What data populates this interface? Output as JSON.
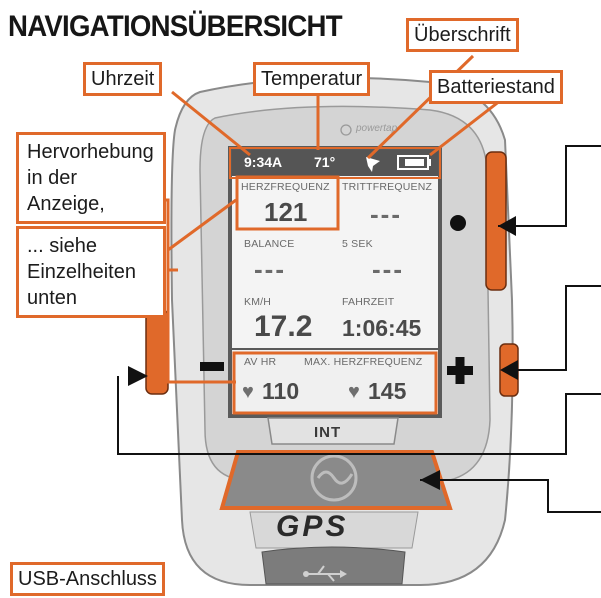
{
  "title": "NAVIGATIONSÜBERSICHT",
  "callouts": {
    "header": "Überschrift",
    "time": "Uhrzeit",
    "temperature": "Temperatur",
    "battery": "Batteriestand",
    "highlight_line1": "Hervorhebung",
    "highlight_line2": "in der Anzeige,",
    "details_line1": "... siehe",
    "details_line2": "Einzelheiten",
    "details_line3": "unten",
    "usb": "USB-Anschluss"
  },
  "screen": {
    "status_bar": {
      "time": "9:34A",
      "temperature": "71°"
    },
    "fields": [
      {
        "label": "HERZFREQUENZ",
        "value": "121"
      },
      {
        "label": "TRITTFREQUENZ",
        "value": "---"
      },
      {
        "label": "BALANCE",
        "value": "---"
      },
      {
        "label": "5 SEK",
        "value": "---"
      },
      {
        "label": "KM/H",
        "value": "17.2"
      },
      {
        "label": "FAHRZEIT",
        "value": "1:06:45"
      }
    ],
    "footer_fields": [
      {
        "label": "AV HR",
        "value": "110"
      },
      {
        "label": "MAX. HERZFREQUENZ",
        "value": "145"
      }
    ]
  },
  "device": {
    "int_label": "INT",
    "gps_label": "GPS",
    "brand": "powertap"
  },
  "colors": {
    "accent": "#e0692a",
    "screen_bar": "#5a5a5a",
    "body": "#d8d8d8",
    "line": "#111111"
  },
  "icons": [
    "satellite-icon",
    "battery-icon",
    "heart-icon",
    "usb-icon",
    "power-logo-icon",
    "minus-icon",
    "plus-icon",
    "dot-icon",
    "arrow-icon"
  ]
}
